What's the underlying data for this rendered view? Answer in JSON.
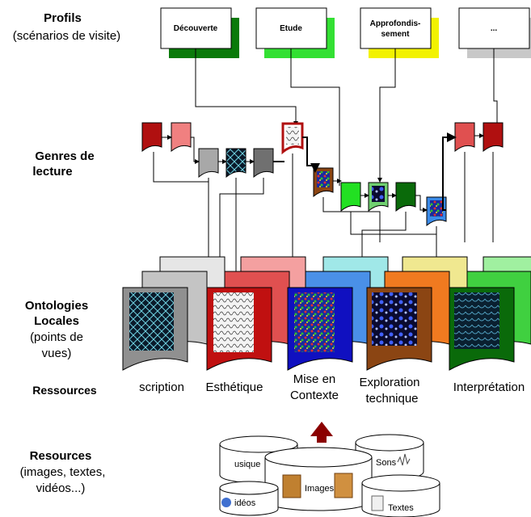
{
  "left_labels": {
    "profils_title": "Profils",
    "profils_sub": "(scénarios de visite)",
    "genres_line1": "Genres de",
    "genres_line2": "lecture",
    "ontologies_line1": "Ontologies",
    "ontologies_line2": "Locales",
    "ontologies_line3": "(points de",
    "ontologies_line4": "vues)",
    "ressources": "Ressources",
    "resources_title": "Resources",
    "resources_line2": "(images, textes,",
    "resources_line3": "vidéos...)"
  },
  "profiles": [
    {
      "label_1": "Découverte",
      "label_2": "",
      "shadow": "#0a7a0a"
    },
    {
      "label_1": "Etude",
      "label_2": "",
      "shadow": "#33e033"
    },
    {
      "label_1": "Approfondis-",
      "label_2": "sement",
      "shadow": "#f2f200"
    },
    {
      "label_1": "...",
      "label_2": "",
      "shadow": "#c8c8c8"
    }
  ],
  "ontologies": [
    {
      "label_1": "scription",
      "label_2": ""
    },
    {
      "label_1": "Esthétique",
      "label_2": ""
    },
    {
      "label_1": "Mise en",
      "label_2": "Contexte"
    },
    {
      "label_1": "Exploration",
      "label_2": "technique"
    },
    {
      "label_1": "Interprétation",
      "label_2": ""
    }
  ],
  "databases": {
    "musique": "usique",
    "sons": "Sons",
    "images": "Images",
    "videos": "idéos",
    "textes": "Textes"
  },
  "colors": {
    "dark_red": "#b01010",
    "light_red": "#f08080",
    "gray": "#a0a0a0",
    "dark_gray": "#707070",
    "brown": "#8b4513",
    "green": "#22cc22",
    "dark_green": "#0a6a0a",
    "blue": "#1a73e8",
    "orange": "#f07a20",
    "arrow": "#8b0000"
  }
}
